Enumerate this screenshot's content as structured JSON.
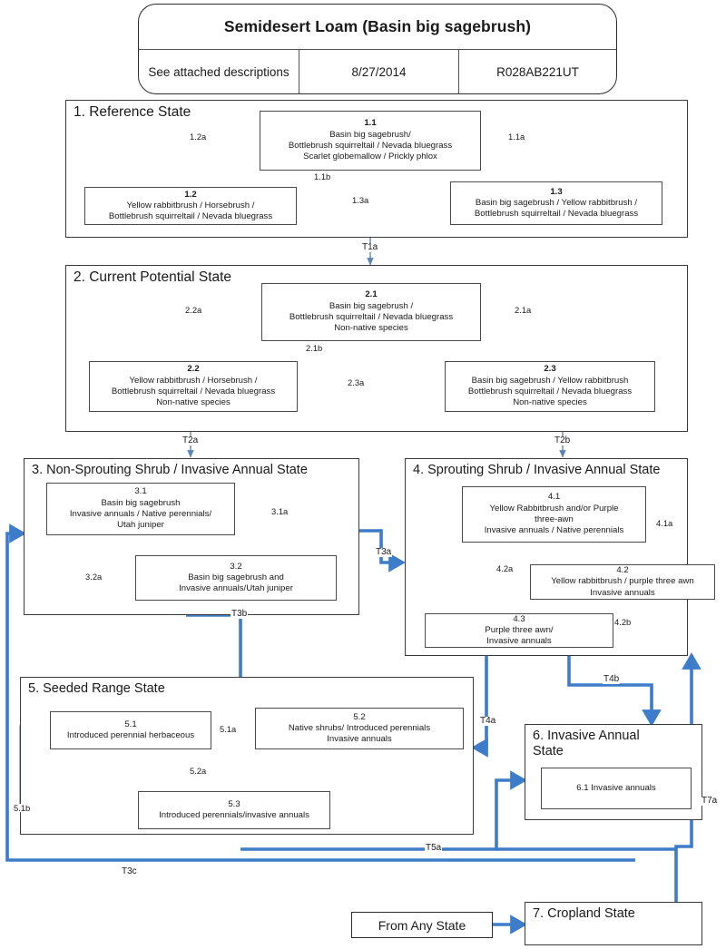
{
  "header": {
    "title": "Semidesert Loam (Basin big sagebrush)",
    "cells": [
      "See attached descriptions",
      "8/27/2014",
      "R028AB221UT"
    ]
  },
  "states": {
    "s1": {
      "title": "1. Reference State"
    },
    "s2": {
      "title": "2. Current Potential State"
    },
    "s3": {
      "title": "3. Non-Sprouting Shrub / Invasive Annual State"
    },
    "s4": {
      "title": "4. Sprouting Shrub / Invasive Annual State"
    },
    "s5": {
      "title": "5. Seeded Range State"
    },
    "s6": {
      "title": "6. Invasive Annual\nState"
    },
    "s7": {
      "title": "7. Cropland State"
    }
  },
  "phases": {
    "p11": {
      "id": "1.1",
      "lines": [
        "Basin big sagebrush/",
        "Bottlebrush squirreltail / Nevada bluegrass",
        "Scarlet globemallow / Prickly phlox"
      ]
    },
    "p12": {
      "id": "1.2",
      "lines": [
        "Yellow rabbitbrush / Horsebrush /",
        "Bottlebrush squirreltail / Nevada bluegrass"
      ]
    },
    "p13": {
      "id": "1.3",
      "lines": [
        "Basin big sagebrush / Yellow rabbitbrush /",
        "Bottlebrush squirreltail / Nevada bluegrass"
      ]
    },
    "p21": {
      "id": "2.1",
      "lines": [
        "Basin big sagebrush /",
        "Bottlebrush squirreltail / Nevada bluegrass",
        "Non-native species"
      ]
    },
    "p22": {
      "id": "2.2",
      "lines": [
        "Yellow rabbitbrush / Horsebrush /",
        "Bottlebrush squirreltail / Nevada bluegrass",
        "Non-native species"
      ]
    },
    "p23": {
      "id": "2.3",
      "lines": [
        "Basin big sagebrush / Yellow rabbitbrush",
        "Bottlebrush squirreltail / Nevada bluegrass",
        "Non-native species"
      ]
    },
    "p31": {
      "id": "3.1",
      "lines": [
        "Basin big sagebrush",
        "Invasive annuals / Native perennials/",
        "Utah juniper"
      ]
    },
    "p32": {
      "id": "3.2",
      "lines": [
        "Basin big sagebrush and",
        "Invasive annuals/Utah juniper"
      ]
    },
    "p41": {
      "id": "4.1",
      "lines": [
        "Yellow Rabbitbrush and/or Purple",
        "three-awn",
        "Invasive annuals / Native perennials"
      ]
    },
    "p42": {
      "id": "4.2",
      "lines": [
        "Yellow rabbitbrush / purple three awn",
        "Invasive annuals"
      ]
    },
    "p43": {
      "id": "4.3",
      "lines": [
        "Purple three awn/",
        "Invasive annuals"
      ]
    },
    "p51": {
      "id": "5.1",
      "lines": [
        "Introduced perennial herbaceous"
      ]
    },
    "p52": {
      "id": "5.2",
      "lines": [
        "Native shrubs/ Introduced perennials",
        "Invasive annuals"
      ]
    },
    "p53": {
      "id": "5.3",
      "lines": [
        "Introduced perennials/invasive annuals"
      ]
    },
    "p61": {
      "id": "6.1 Invasive annuals",
      "lines": []
    }
  },
  "boxes": {
    "from_any_state": "From Any State"
  },
  "pathways": {
    "p12a": "1.2a",
    "p11a": "1.1a",
    "p11b": "1.1b",
    "p13a": "1.3a",
    "p22a": "2.2a",
    "p21a": "2.1a",
    "p21b": "2.1b",
    "p23a": "2.3a",
    "p31a": "3.1a",
    "p32a": "3.2a",
    "p41a": "4.1a",
    "p42a": "4.2a",
    "p42b": "4.2b",
    "p51a": "5.1a",
    "p51b": "5.1b",
    "p52a": "5.2a"
  },
  "transitions": {
    "T1a": "T1a",
    "T2a": "T2a",
    "T2b": "T2b",
    "T3a": "T3a",
    "T3b": "T3b",
    "T3c": "T3c",
    "T4a": "T4a",
    "T4b": "T4b",
    "T5a": "T5a",
    "T7a": "T7a"
  },
  "colors": {
    "thin_arrow": "#5b86b5",
    "thick_arrow": "#3d7cc9",
    "box_border": "#3a3a3a",
    "background": "#ffffff"
  }
}
